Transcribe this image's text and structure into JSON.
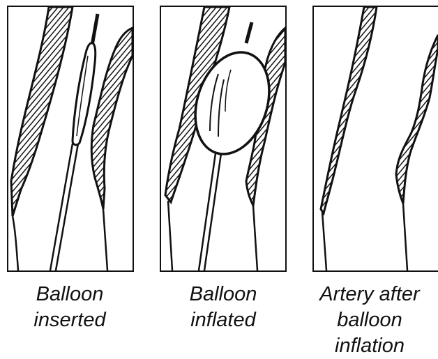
{
  "captions": [
    {
      "lines": [
        "Balloon",
        "inserted"
      ]
    },
    {
      "lines": [
        "Balloon",
        "inflated"
      ]
    },
    {
      "lines": [
        "Artery after",
        "balloon",
        "inflation"
      ]
    }
  ],
  "colors": {
    "ink": "#111111",
    "background": "#ffffff"
  }
}
